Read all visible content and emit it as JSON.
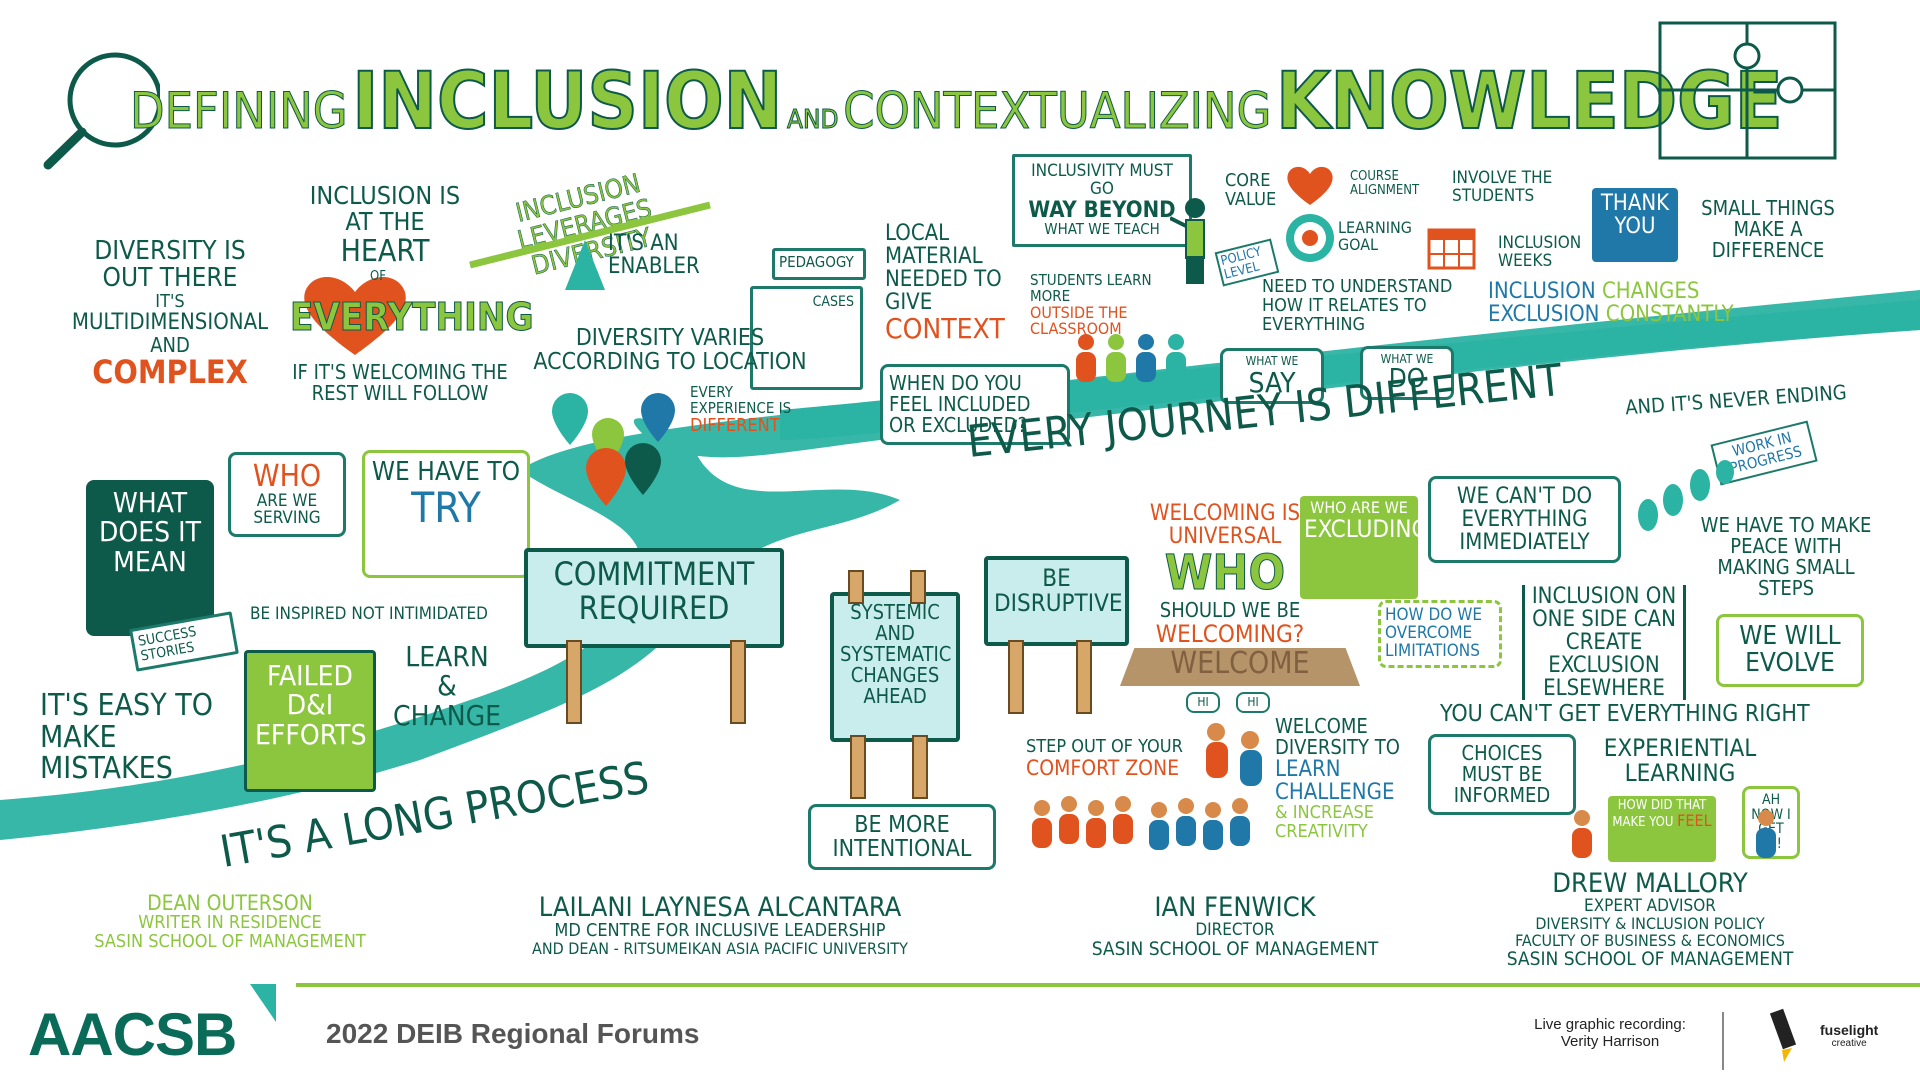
{
  "title": {
    "part1": "Defining",
    "part2": "Inclusion",
    "part3": "and",
    "part4": "Contextualizing",
    "part5": "Knowledge"
  },
  "notes": {
    "diversity_out_there": "Diversity is out there",
    "its": "it's",
    "multidimensional": "multidimensional",
    "and": "and",
    "complex": "complex",
    "heart_line1": "Inclusion is at the",
    "heart_line2": "heart",
    "heart_of": "of",
    "heart_everything": "everything",
    "welcoming_follow": "If it's welcoming the rest will follow",
    "leverages": "Inclusion leverages diversity",
    "enabler": "It's an enabler",
    "pedagogy": "Pedagogy",
    "cases": "Cases",
    "local_material": "Local material needed to give",
    "context": "context",
    "diversity_varies": "Diversity varies according to location",
    "every_experience": "Every experience is",
    "different": "different",
    "when_included": "When do you feel included or excluded?",
    "inclusivity_beyond": "Inclusivity must go",
    "way_beyond": "way beyond",
    "what_we_teach": "what we teach",
    "students_learn": "Students learn more",
    "outside_classroom": "outside the classroom",
    "core_value": "Core value",
    "course_alignment": "Course alignment",
    "learning_goal": "Learning goal",
    "involve_students": "Involve the students",
    "inclusion_weeks": "Inclusion weeks",
    "policy_level": "Policy level",
    "need_understand": "Need to understand how it relates to everything",
    "what_we_say_label": "What we",
    "say": "say",
    "what_we_do_label": "What we",
    "do": "do",
    "thank_you": "Thank you",
    "small_things": "Small things make a difference",
    "inclusion_changes": "Inclusion",
    "changes": "changes",
    "exclusion": "Exclusion",
    "constantly": "constantly",
    "every_journey": "Every journey is different",
    "never_ending": "and it's never ending",
    "work_in_progress": "Work in progress",
    "make_peace": "We have to make peace with making small steps",
    "what_does_it_mean": "What does it mean",
    "who_serving_1": "Who",
    "who_serving_2": "are we serving",
    "we_have_to": "We have to",
    "try": "try",
    "be_inspired": "Be inspired not intimidated",
    "success_stories": "Success stories",
    "failed_dei": "Failed D&I efforts",
    "learn_change": "Learn & change",
    "easy_mistakes": "It's easy to make mistakes",
    "commitment": "Commitment required",
    "systemic": "Systemic and systematic changes ahead",
    "be_disruptive": "Be disruptive",
    "be_intentional": "Be more intentional",
    "long_process": "It's a long process",
    "welcoming_universal": "Welcoming is universal",
    "who_big": "Who",
    "should_we_be": "should we be",
    "welcoming_q": "welcoming?",
    "welcome_mat": "Welcome",
    "who_excluding_1": "Who are we",
    "who_excluding_2": "excluding",
    "overcome": "How do we overcome limitations",
    "cant_do_everything": "We can't do everything immediately",
    "inclusion_one_side": "Inclusion on one side can create exclusion elsewhere",
    "we_will_evolve": "We will evolve",
    "cant_get_right": "You can't get everything right",
    "hi1": "Hi",
    "hi2": "Hi",
    "comfort_zone_1": "Step out of your",
    "comfort_zone_2": "comfort zone",
    "welcome_diversity_1": "Welcome diversity to",
    "welcome_diversity_2": "learn",
    "welcome_diversity_3": "challenge",
    "welcome_diversity_4": "& increase creativity",
    "choices_informed": "Choices must be informed",
    "experiential": "Experiential learning",
    "how_did_feel_1": "How did that make you",
    "how_did_feel_2": "feel",
    "ah_now": "Ah now I get it!!"
  },
  "speakers": [
    {
      "name": "Dean Outerson",
      "line1": "Writer in residence",
      "line2": "Sasin School of Management"
    },
    {
      "name": "Lailani Laynesa Alcantara",
      "line1": "MD Centre for Inclusive Leadership",
      "line2": "and Dean - Ritsumeikan Asia Pacific University"
    },
    {
      "name": "Ian Fenwick",
      "line1": "Director",
      "line2": "Sasin School of Management"
    },
    {
      "name": "Drew Mallory",
      "line1": "Expert Advisor",
      "line2": "Diversity & Inclusion Policy",
      "line3": "Faculty of Business & Economics",
      "line4": "Sasin School of Management"
    }
  ],
  "footer": {
    "logo": "AACSB",
    "event": "2022 DEIB Regional Forums",
    "credit_1": "Live graphic recording:",
    "credit_2": "Verity Harrison",
    "brand_1": "fuselight",
    "brand_2": "creative"
  },
  "colors": {
    "dark_green": "#0e5a4a",
    "lime": "#8cc63f",
    "teal_road": "#2bb3a3",
    "orange": "#e0521e",
    "blue": "#1f78a8"
  }
}
